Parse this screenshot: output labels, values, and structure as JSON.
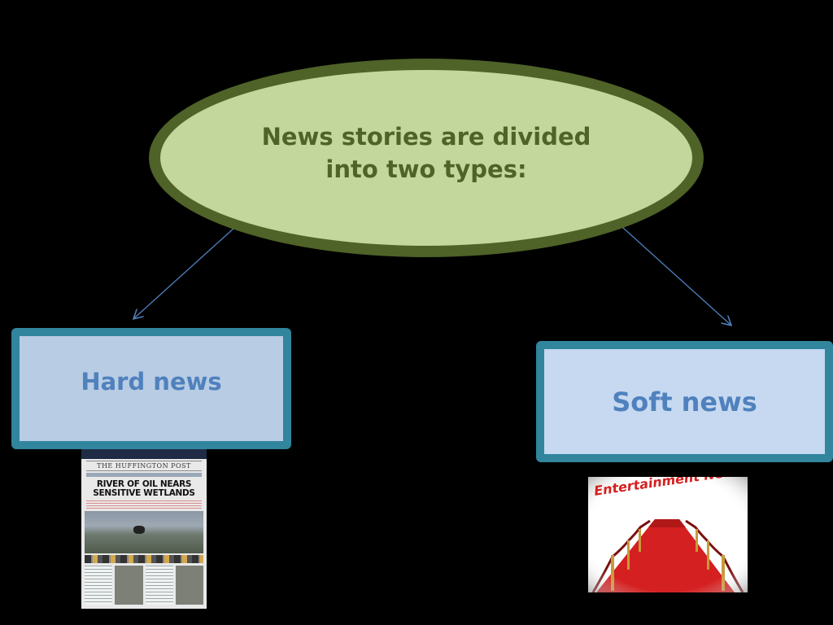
{
  "diagram": {
    "root_text": "News stories are divided into two types:",
    "children": [
      {
        "label": "Hard news"
      },
      {
        "label": "Soft news"
      }
    ]
  },
  "images": {
    "hard_news": {
      "masthead": "THE HUFFINGTON POST",
      "headline_line1": "RIVER OF OIL NEARS",
      "headline_line2": "SENSITIVE WETLANDS"
    },
    "soft_news": {
      "banner": "Entertainment News"
    }
  },
  "colors": {
    "background": "#000000",
    "ellipse_fill": "#c3d69b",
    "ellipse_border": "#4f6228",
    "box_fill": "#b8cce4",
    "box_border": "#31859c",
    "box_text": "#4f81bd",
    "arrow": "#4f81bd"
  }
}
